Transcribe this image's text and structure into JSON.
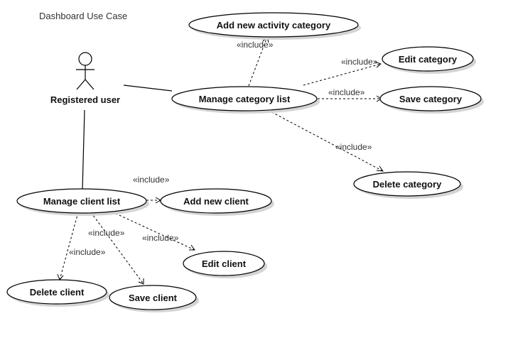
{
  "diagram": {
    "title": "Dashboard Use Case",
    "actor": {
      "label": "Registered user"
    },
    "use_cases": {
      "add_new_activity_category": "Add new activity category",
      "manage_category_list": "Manage category list",
      "edit_category": "Edit category",
      "save_category": "Save category",
      "delete_category": "Delete category",
      "manage_client_list": "Manage client list",
      "add_new_client": "Add new client",
      "edit_client": "Edit client",
      "delete_client": "Delete client",
      "save_client": "Save client"
    },
    "relations": [
      {
        "from": "manage_category_list",
        "to": "add_new_activity_category",
        "label": "«include»"
      },
      {
        "from": "manage_category_list",
        "to": "edit_category",
        "label": "«include»"
      },
      {
        "from": "manage_category_list",
        "to": "save_category",
        "label": "«include»"
      },
      {
        "from": "manage_category_list",
        "to": "delete_category",
        "label": "«include»"
      },
      {
        "from": "manage_client_list",
        "to": "add_new_client",
        "label": "«include»"
      },
      {
        "from": "manage_client_list",
        "to": "edit_client",
        "label": "«include»"
      },
      {
        "from": "manage_client_list",
        "to": "save_client",
        "label": "«include»"
      },
      {
        "from": "manage_client_list",
        "to": "delete_client",
        "label": "«include»"
      }
    ]
  }
}
